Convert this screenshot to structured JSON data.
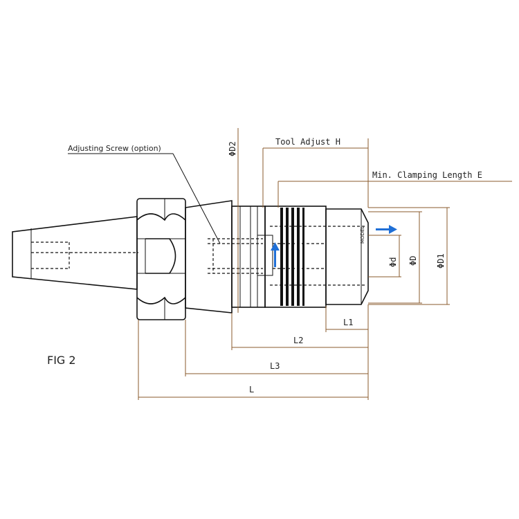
{
  "figure": {
    "label": "FIG 2",
    "callout": "Adjusting Screw (option)",
    "colors": {
      "outline": "#111111",
      "dimension": "#8a5a2b",
      "arrow": "#1f6fd6"
    }
  },
  "dimensions": {
    "tool_adjust": "Tool Adjust H",
    "min_clamping": "Min. Clamping Length E",
    "d2": "ΦD2",
    "d": "Φd",
    "D": "ΦD",
    "d1": "ΦD1",
    "l1": "L1",
    "l2": "L2",
    "l3": "L3",
    "l": "L"
  }
}
